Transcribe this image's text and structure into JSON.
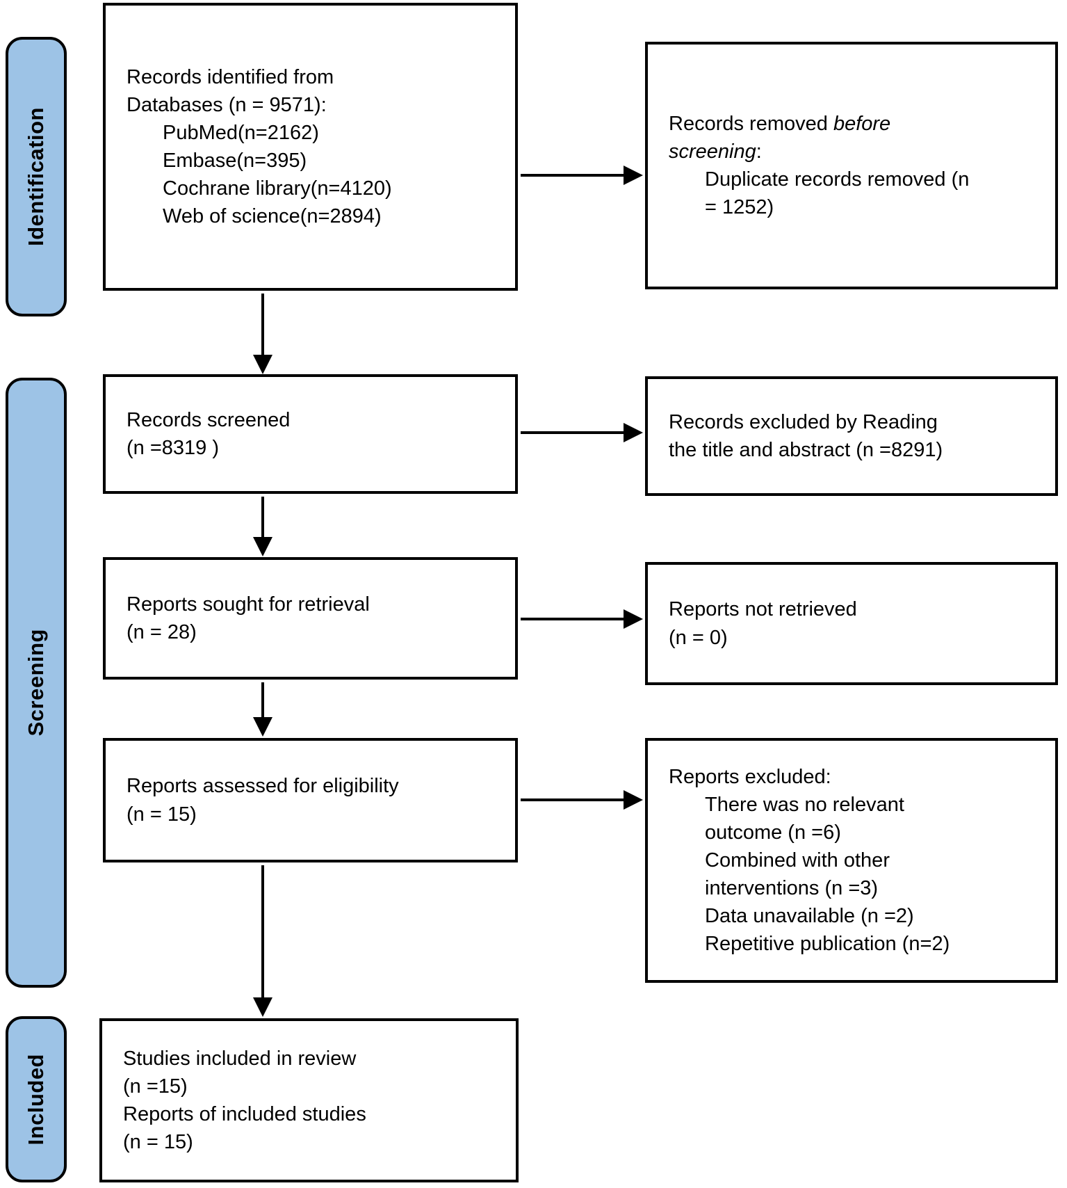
{
  "colors": {
    "stage_fill": "#9DC3E6",
    "line": "#000000",
    "background": "#FFFFFF"
  },
  "stages": {
    "identification": "Identification",
    "screening": "Screening",
    "included": "Included"
  },
  "boxes": {
    "records_identified": {
      "line1": "Records identified from",
      "line2": "Databases (n = 9571):",
      "items": [
        "PubMed(n=2162)",
        "Embase(n=395)",
        "Cochrane library(n=4120)",
        "Web of science(n=2894)"
      ]
    },
    "records_removed": {
      "line1_normal": "Records removed ",
      "line1_italic": "before",
      "line2_italic": "screening",
      "line2_normal": ":",
      "item": "Duplicate records removed (n = 1252)"
    },
    "records_screened": {
      "line1": "Records screened",
      "line2": "(n =8319 )"
    },
    "records_excluded": {
      "line1": "Records excluded by Reading",
      "line2": "the title and abstract (n =8291)"
    },
    "reports_sought": {
      "line1": "Reports sought for retrieval",
      "line2": "(n = 28)"
    },
    "reports_not_retrieved": {
      "line1": "Reports not retrieved",
      "line2": "(n = 0)"
    },
    "reports_assessed": {
      "line1": "Reports assessed for eligibility",
      "line2": "(n = 15)"
    },
    "reports_excluded": {
      "title": "Reports excluded:",
      "items": [
        "There was no relevant outcome (n =6)",
        "Combined with other interventions (n =3)",
        "Data unavailable (n =2)",
        "Repetitive publication (n=2)"
      ]
    },
    "studies_included": {
      "line1": "Studies included in review",
      "line2": "(n =15)",
      "line3": "Reports of included studies",
      "line4": "(n = 15)"
    }
  }
}
